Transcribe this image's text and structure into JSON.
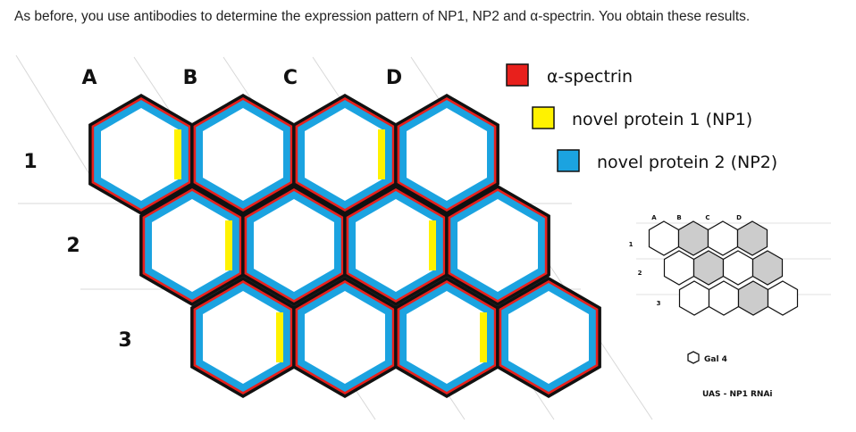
{
  "prompt": "As before, you use antibodies to determine the expression pattern of NP1, NP2 and α-spectrin. You obtain these results.",
  "columns": [
    "A",
    "B",
    "C",
    "D"
  ],
  "rows": [
    "1",
    "2",
    "3"
  ],
  "legend": [
    {
      "label": "α-spectrin",
      "color": "#e8201c"
    },
    {
      "label": "novel protein 1 (NP1)",
      "color": "#fff200"
    },
    {
      "label": "novel protein 2 (NP2)",
      "color": "#1ba3e0"
    }
  ],
  "grid": {
    "row_1": {
      "A": "NP1 right edge",
      "B": "none",
      "C": "NP1 right edge",
      "D": "none"
    },
    "row_2": {
      "A": "NP1 right edge",
      "B": "none",
      "C": "NP1 right edge",
      "D": "none"
    },
    "row_3": {
      "A": "NP1 right edge",
      "B": "none",
      "C": "NP1 right edge",
      "D": "none"
    }
  },
  "inset": {
    "columns": [
      "A",
      "B",
      "C",
      "D"
    ],
    "rows": [
      "1",
      "2",
      "3"
    ],
    "gal4_cells": {
      "row_1": {
        "A": false,
        "B": true,
        "C": false,
        "D": true
      },
      "row_2": {
        "A": false,
        "B": true,
        "C": false,
        "D": true
      },
      "row_3": {
        "A": false,
        "B": false,
        "C": true,
        "D": false
      }
    },
    "gal4_label": "Gal 4",
    "caption": "UAS - NP1 RNAi"
  }
}
